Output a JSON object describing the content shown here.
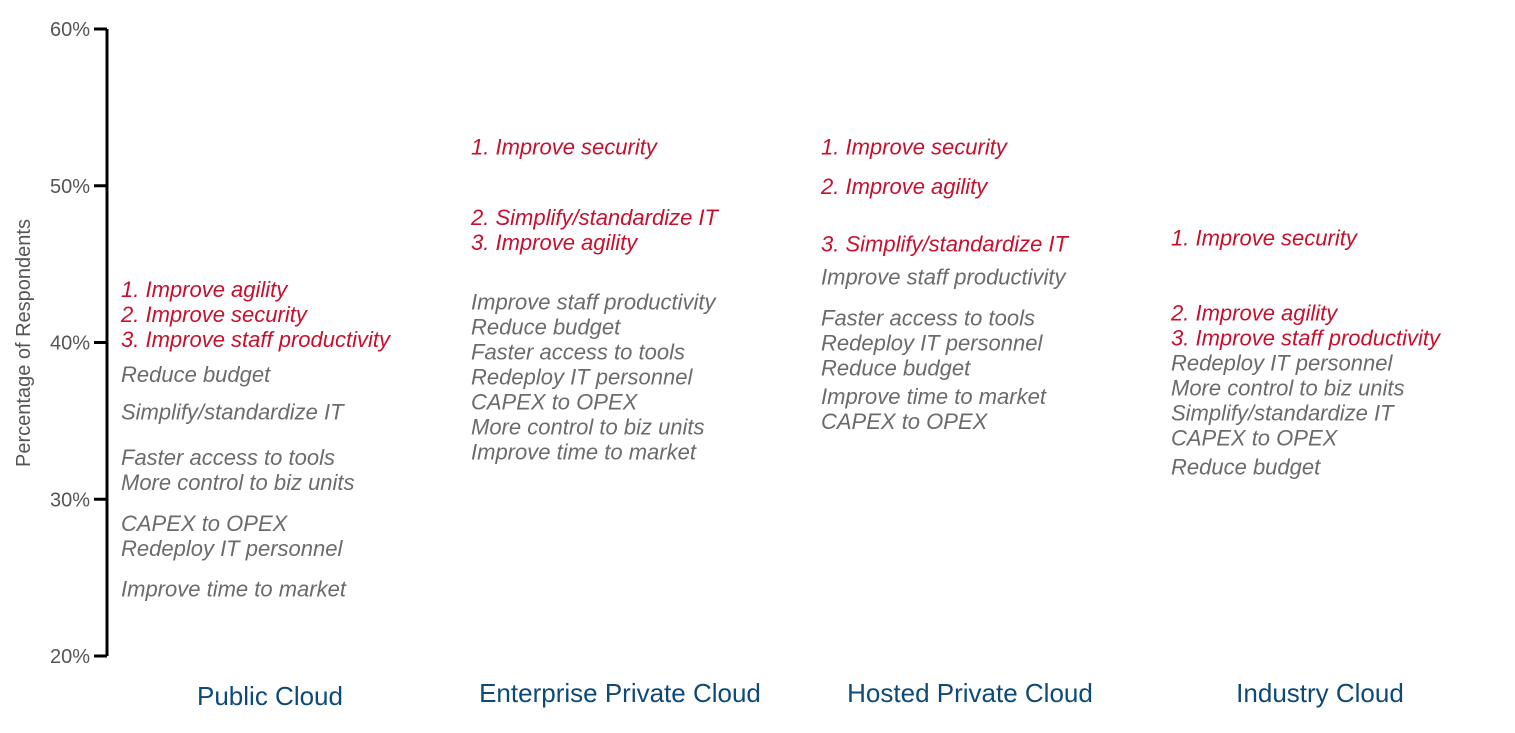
{
  "chart_data": {
    "type": "scatter",
    "title": "",
    "xlabel": "",
    "ylabel": "Percentage of Respondents",
    "ylim": [
      20,
      60
    ],
    "yticks": [
      "20%",
      "30%",
      "40%",
      "50%",
      "60%"
    ],
    "ytick_values": [
      20,
      30,
      40,
      50,
      60
    ],
    "grid": false,
    "colors": {
      "top3": "#c8102e",
      "other": "#6b6b6b",
      "category": "#0d4a78",
      "axis": "#000000"
    },
    "categories": [
      "Public Cloud",
      "Enterprise Private Cloud",
      "Hosted Private Cloud",
      "Industry Cloud"
    ],
    "series": [
      {
        "name": "Public Cloud",
        "items": [
          {
            "label": "1. Improve agility",
            "value": 43.4,
            "top": true
          },
          {
            "label": "2. Improve security",
            "value": 42.0,
            "top": true
          },
          {
            "label": "3. Improve staff productivity",
            "value": 40.6,
            "top": true
          },
          {
            "label": "Reduce budget",
            "value": 38.0,
            "top": false
          },
          {
            "label": "Simplify/standardize IT",
            "value": 35.6,
            "top": false
          },
          {
            "label": "Faster access to tools",
            "value": 32.7,
            "top": false
          },
          {
            "label": "More control to biz units",
            "value": 31.4,
            "top": false
          },
          {
            "label": "CAPEX to OPEX",
            "value": 28.5,
            "top": false
          },
          {
            "label": "Redeploy IT personnel",
            "value": 27.3,
            "top": false
          },
          {
            "label": "Improve time to market",
            "value": 24.3,
            "top": false
          }
        ]
      },
      {
        "name": "Enterprise Private Cloud",
        "items": [
          {
            "label": "1. Improve security",
            "value": 52.5,
            "top": true
          },
          {
            "label": "2. Simplify/standardize IT",
            "value": 48.0,
            "top": true
          },
          {
            "label": "3. Improve agility",
            "value": 46.5,
            "top": true
          },
          {
            "label": "Improve staff productivity",
            "value": 42.6,
            "top": false
          },
          {
            "label": "Reduce budget",
            "value": 41.2,
            "top": false
          },
          {
            "label": "Faster access to tools",
            "value": 40.0,
            "top": false
          },
          {
            "label": "Redeploy IT personnel",
            "value": 38.9,
            "top": false
          },
          {
            "label": "CAPEX to OPEX",
            "value": 37.5,
            "top": false
          },
          {
            "label": "More control to biz units",
            "value": 36.0,
            "top": false
          },
          {
            "label": "Improve time to market",
            "value": 34.8,
            "top": false
          }
        ]
      },
      {
        "name": "Hosted Private Cloud",
        "items": [
          {
            "label": "1. Improve security",
            "value": 52.5,
            "top": true
          },
          {
            "label": "2. Improve agility",
            "value": 50.0,
            "top": true
          },
          {
            "label": "3. Simplify/standardize IT",
            "value": 46.3,
            "top": true
          },
          {
            "label": "Improve staff productivity",
            "value": 44.2,
            "top": false
          },
          {
            "label": "Faster access to tools",
            "value": 41.6,
            "top": false
          },
          {
            "label": "Redeploy IT personnel",
            "value": 40.3,
            "top": false
          },
          {
            "label": "Reduce budget",
            "value": 39.1,
            "top": false
          },
          {
            "label": "Improve time to market",
            "value": 36.6,
            "top": false
          },
          {
            "label": "CAPEX to OPEX",
            "value": 35.1,
            "top": false
          }
        ]
      },
      {
        "name": "Industry Cloud",
        "items": [
          {
            "label": "1. Improve security",
            "value": 46.7,
            "top": true
          },
          {
            "label": "2. Improve agility",
            "value": 41.9,
            "top": true
          },
          {
            "label": "3. Improve staff productivity",
            "value": 40.5,
            "top": true
          },
          {
            "label": "Redeploy IT personnel",
            "value": 39.3,
            "top": false
          },
          {
            "label": "More control to biz units",
            "value": 38.2,
            "top": false
          },
          {
            "label": "Simplify/standardize IT",
            "value": 37.0,
            "top": false
          },
          {
            "label": "CAPEX to OPEX",
            "value": 34.5,
            "top": false
          },
          {
            "label": "Reduce budget",
            "value": 32.1,
            "top": false
          }
        ]
      }
    ]
  }
}
